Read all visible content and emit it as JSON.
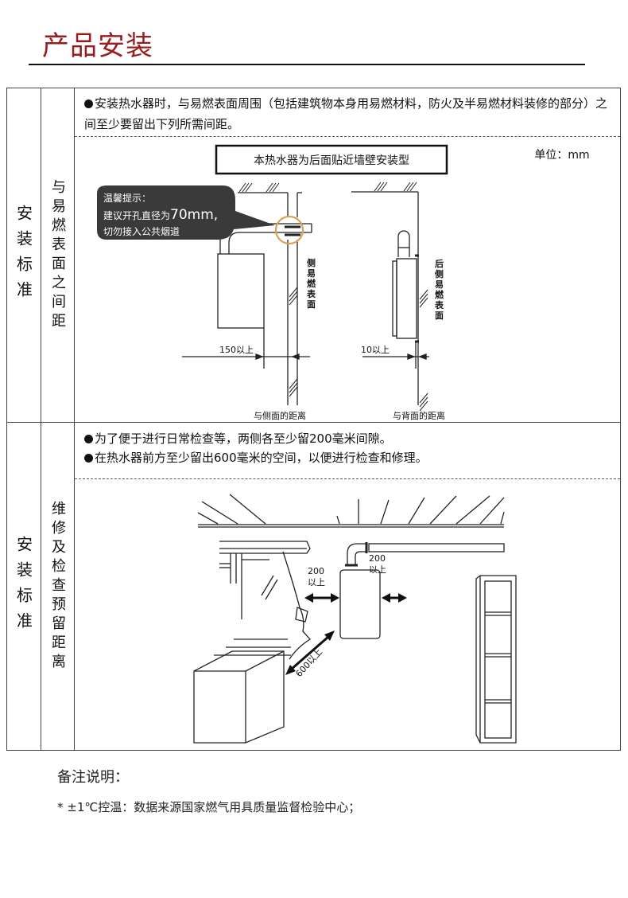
{
  "header": {
    "title": "产品安装"
  },
  "sections": [
    {
      "category": "安装标准",
      "subcategory": "与易燃表面之间距",
      "notes": [
        "安装热水器时，与易燃表面周围（包括建筑物本身用易燃材料，防火及半易燃材料装修的部分）之间至少要留出下列所需间距。"
      ],
      "diagram": {
        "install_type_label": "本热水器为后面贴近墙壁安装型",
        "unit_label": "单位：mm",
        "tip": {
          "heading": "温馨提示：",
          "line1_prefix": "建议开孔直径为",
          "line1_value": "70mm,",
          "line2": "切勿接入公共烟道"
        },
        "side_surface_label": "侧易燃表面",
        "rear_surface_label": "后侧易燃表面",
        "side_distance_value": "150以上",
        "rear_distance_value": "10以上",
        "side_caption": "与侧面的距离",
        "rear_caption": "与背面的距离",
        "highlight_color": "#d9a05b"
      }
    },
    {
      "category": "安装标准",
      "subcategory": "维修及检查预留距离",
      "notes": [
        "为了便于进行日常检查等，两侧各至少留200毫米间隙。",
        "在热水器前方至少留出600毫米的空间，以便进行检查和修理。"
      ],
      "diagram": {
        "left_clearance_value": "200",
        "left_clearance_suffix": "以上",
        "right_clearance_value": "200",
        "right_clearance_suffix": "以上",
        "front_clearance_label": "600以上"
      }
    }
  ],
  "remarks": {
    "title": "备注说明：",
    "items": [
      "* ±1℃控温：数据来源国家燃气用具质量监督检验中心；"
    ]
  },
  "colors": {
    "title": "#9b1c1f",
    "tip_bubble": "#3a3a3a"
  }
}
